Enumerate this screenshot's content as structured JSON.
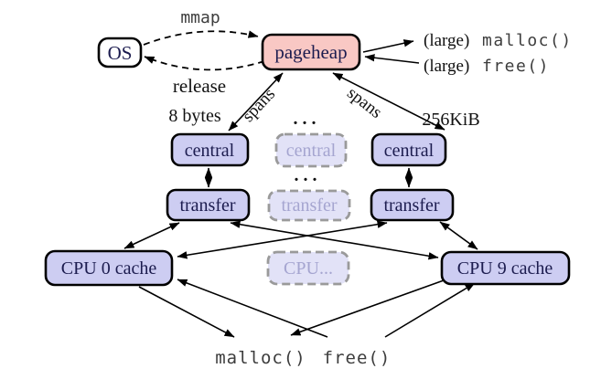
{
  "nodes": {
    "os": {
      "label": "OS"
    },
    "pageheap": {
      "label": "pageheap"
    },
    "central_left": {
      "label": "central"
    },
    "central_mid": {
      "label": "central"
    },
    "central_right": {
      "label": "central"
    },
    "transfer_left": {
      "label": "transfer"
    },
    "transfer_mid": {
      "label": "transfer"
    },
    "transfer_right": {
      "label": "transfer"
    },
    "cpu0": {
      "label": "CPU 0 cache"
    },
    "cpu_mid": {
      "label": "CPU..."
    },
    "cpu9": {
      "label": "CPU 9 cache"
    }
  },
  "labels": {
    "mmap": "mmap",
    "release": "release",
    "size_small": "8 bytes",
    "size_large": "256KiB",
    "spans_left": "spans",
    "spans_right": "spans",
    "ellipsis_top": ". . .",
    "ellipsis_mid": ". . ."
  },
  "api": {
    "large_malloc_prefix": "(large)",
    "large_malloc": "malloc()",
    "large_free_prefix": "(large)",
    "large_free": "free()",
    "malloc_bottom": "malloc()",
    "free_bottom": "free()"
  },
  "colors": {
    "pageheap_fill": "#f9c8c4",
    "node_fill": "#cdcdf2",
    "ghost_fill": "#e2e2f7",
    "os_fill": "#ffffff",
    "border": "#000000",
    "ghost_border": "#9a9a9a",
    "node_text": "#1c1c4f",
    "ghost_text": "#a5a5d0",
    "label_text": "#111111"
  }
}
